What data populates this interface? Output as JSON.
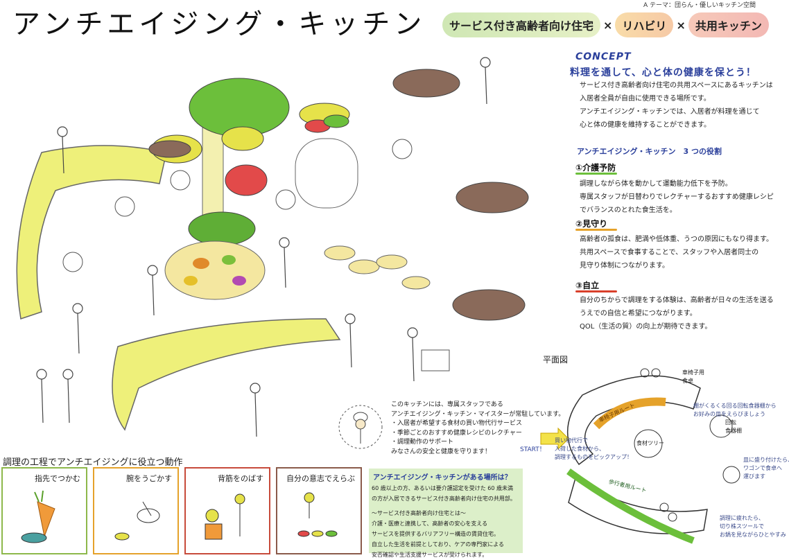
{
  "header": {
    "title": "アンチエイジング・キッチン",
    "theme": "A テーマ：団らん・優しいキッチン空間",
    "tagline": {
      "item1": "サービス付き高齢者向け住宅",
      "times1": "×",
      "item2": "リハビリ",
      "times2": "×",
      "item3": "共用キッチン"
    }
  },
  "concept": {
    "label": "CONCEPT",
    "heading": "料理を通して、心と体の健康を保とう！",
    "lines": [
      "サービス付き高齢者向け住宅の共用スペースにあるキッチンは",
      "入居者全員が自由に使用できる場所です。",
      "アンチエイジング・キッチンでは、入居者が料理を通じて",
      "心と体の健康を維持することができます。"
    ]
  },
  "roles": {
    "heading": "アンチエイジング・キッチン　3 つの役割",
    "role1": {
      "title": "①介護予防",
      "lines": [
        "調理しながら体を動かして運動能力低下を予防。",
        "専属スタッフが日替わりでレクチャーするおすすめ健康レシピ",
        "でバランスのとれた食生活を。"
      ]
    },
    "role2": {
      "title": "②見守り",
      "lines": [
        "高齢者の孤食は、肥満や低体重、うつの原因にもなり得ます。",
        "共用スペースで食事することで、スタッフや入居者同士の",
        "見守り体制につながります。"
      ]
    },
    "role3": {
      "title": "③自立",
      "lines": [
        "自分のちからで調理をする体験は、高齢者が日々の生活を送る",
        "うえでの自信と希望につながります。",
        "QOL（生活の質）の向上が期待できます。"
      ]
    }
  },
  "plan": {
    "title": "平面図",
    "start": "START！",
    "labels": {
      "wheelchair_table": "車椅子用\n食卓",
      "wheelchair_route": "車椅子用ルート",
      "walking_route": "歩行者用ルート",
      "food_tree": "食材ツリー",
      "rotating_shelf": "回転\n食器棚",
      "shopping": "買い物代行で\n入荷した食材から、\n調理するものをピックアップ！",
      "shelf_note": "棚がくるくる回る回転食器棚から\nお好みの皿をえらびましょう",
      "wagon_note": "皿に盛り付けたら、\nワゴンで食卓へ\n運びます",
      "stool_note": "調理に疲れたら、\n切り株スツールで\nお鍋を見ながらひとやすみ"
    }
  },
  "staff": {
    "lines": [
      "このキッチンには、専属スタッフである",
      "アンチエイジング・キッチン・マイスターが常駐しています。",
      "・入居者が希望する食材の買い物代行サービス",
      "・季節ごとのおすすめ健康レシピのレクチャー",
      "・調理動作のサポート",
      "みなさんの安全と健康を守ります！"
    ]
  },
  "motions": {
    "title": "調理の工程でアンチエイジングに役立つ動作",
    "cards": [
      {
        "label": "指先でつかむ"
      },
      {
        "label": "腕をうごかす"
      },
      {
        "label": "背筋をのばす"
      },
      {
        "label": "自分の意志でえらぶ"
      }
    ]
  },
  "where": {
    "title": "アンチエイジング・キッチンがある場所は？",
    "lines": [
      "60 歳以上の方、あるいは要介護認定を受けた 60 歳未満",
      "の方が入居できるサービス付き高齢者向け住宅の共用部。",
      "",
      "〜サービス付き高齢者向け住宅とは〜",
      "介護・医療と連携して、高齢者の安心を支える",
      "サービスを提供するバリアフリー構造の賃貸住宅。",
      "自立した生活を前提としており、ケアの専門家による",
      "安否確認や生活支援サービスが受けられます。"
    ]
  },
  "colors": {
    "accent_blue": "#2a3f9b",
    "leaf_green": "#6cbf3b",
    "leaf_yellow": "#e6e24a",
    "leaf_red": "#e24a4a",
    "counter_yellow": "#eef07a",
    "table_brown": "#8a6a5a"
  }
}
